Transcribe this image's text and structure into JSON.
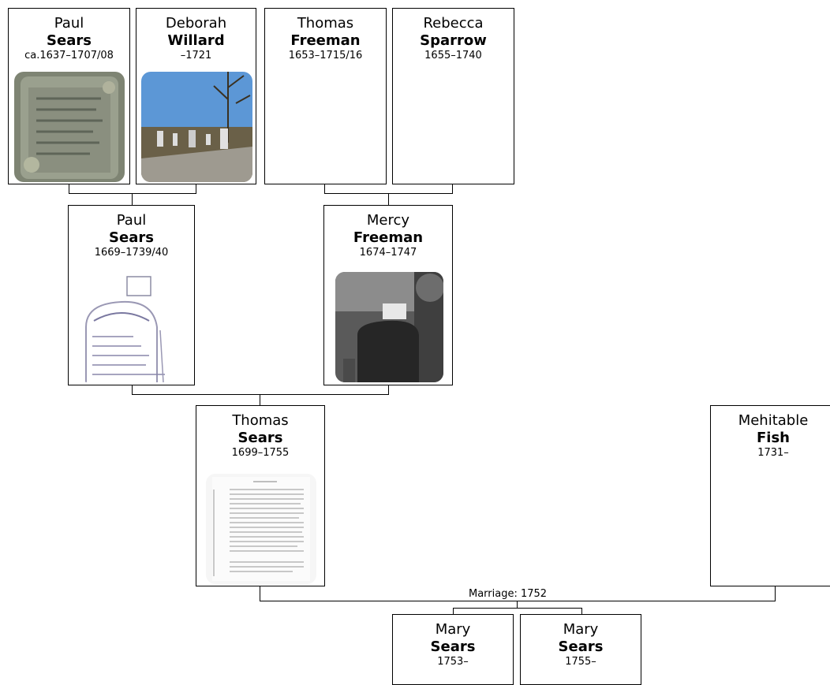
{
  "tree": {
    "people": {
      "paul_sears_sr": {
        "first": "Paul",
        "last": "Sears",
        "dates": "ca.1637–1707/08",
        "photo": "gravestone"
      },
      "deborah_willard": {
        "first": "Deborah",
        "last": "Willard",
        "dates": "–1721",
        "photo": "cemetery"
      },
      "thomas_freeman": {
        "first": "Thomas",
        "last": "Freeman",
        "dates": "1653–1715/16"
      },
      "rebecca_sparrow": {
        "first": "Rebecca",
        "last": "Sparrow",
        "dates": "1655–1740"
      },
      "paul_sears_jr": {
        "first": "Paul",
        "last": "Sears",
        "dates": "1669–1739/40",
        "photo": "gravestone-sketch"
      },
      "mercy_freeman": {
        "first": "Mercy",
        "last": "Freeman",
        "dates": "1674–1747",
        "photo": "gravestone-bw"
      },
      "thomas_sears": {
        "first": "Thomas",
        "last": "Sears",
        "dates": "1699–1755",
        "photo": "document-page"
      },
      "mehitable_fish": {
        "first": "Mehitable",
        "last": "Fish",
        "dates": "1731–"
      },
      "mary_sears_1753": {
        "first": "Mary",
        "last": "Sears",
        "dates": "1753–"
      },
      "mary_sears_1755": {
        "first": "Mary",
        "last": "Sears",
        "dates": "1755–"
      }
    },
    "marriage_label": "Marriage: 1752"
  }
}
